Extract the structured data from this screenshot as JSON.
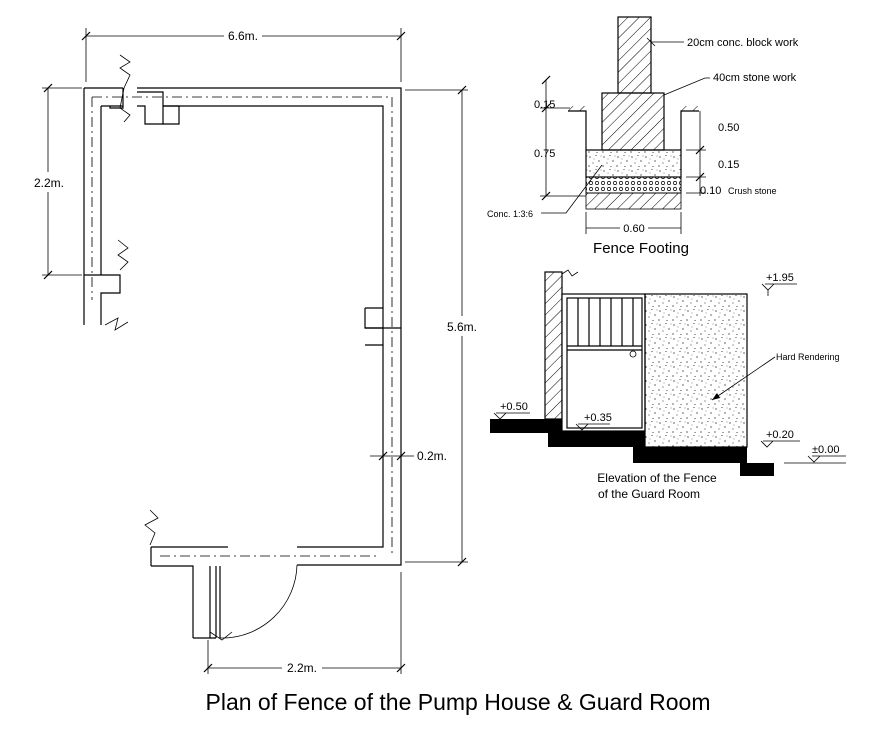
{
  "title": "Plan of Fence of the Pump House & Guard Room",
  "plan": {
    "dim_top": "6.6m.",
    "dim_left": "2.2m.",
    "dim_right": "5.6m.",
    "dim_wall": "0.2m.",
    "dim_bottom": "2.2m."
  },
  "footing": {
    "title": "Fence Footing",
    "label_block": "20cm conc. block work",
    "label_stone": "40cm stone work",
    "dim_015_left": "0.15",
    "dim_075": "0.75",
    "dim_050": "0.50",
    "dim_015_right": "0.15",
    "dim_010": "0.10",
    "label_crush": "Crush stone",
    "label_conc": "Conc. 1:3:6",
    "dim_060": "0.60"
  },
  "elevation": {
    "title_line1": "Elevation of the Fence",
    "title_line2": "of the Guard Room",
    "label_rendering": "Hard Rendering",
    "lvl_195": "+1.95",
    "lvl_050": "+0.50",
    "lvl_035": "+0.35",
    "lvl_020": "+0.20",
    "lvl_000": "±0.00"
  }
}
